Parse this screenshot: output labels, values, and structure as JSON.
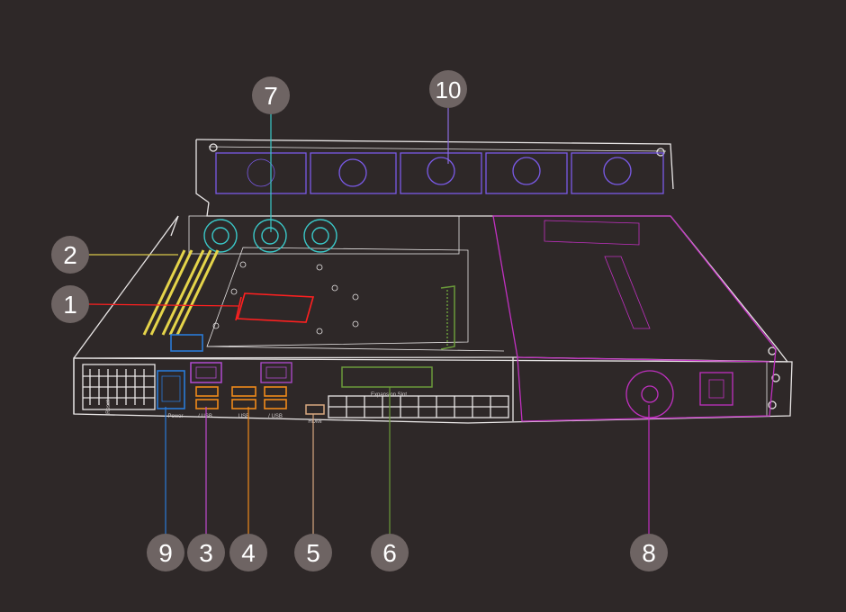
{
  "diagram": {
    "background": "#2e2828",
    "callouts": [
      {
        "number": "1",
        "color": "#ff1a1a"
      },
      {
        "number": "2",
        "color": "#d9c84a"
      },
      {
        "number": "3",
        "color": "#c04ad0"
      },
      {
        "number": "4",
        "color": "#f08a1a"
      },
      {
        "number": "5",
        "color": "#d8a880"
      },
      {
        "number": "6",
        "color": "#6a9a3a"
      },
      {
        "number": "7",
        "color": "#3ac8c8"
      },
      {
        "number": "8",
        "color": "#c030c0"
      },
      {
        "number": "9",
        "color": "#2a7ad8"
      },
      {
        "number": "10",
        "color": "#8a6ae0"
      }
    ],
    "panel_labels": {
      "expansion_slot": "Expansion Slot",
      "lan_usb_1": "/ USB",
      "usb": "USB",
      "lan_usb_2": "/ USB",
      "hdmi": "HDMI",
      "reset": "Reset",
      "power_button": "Power"
    },
    "badge_color": "#6e6463",
    "badge_text_color": "#ffffff"
  }
}
